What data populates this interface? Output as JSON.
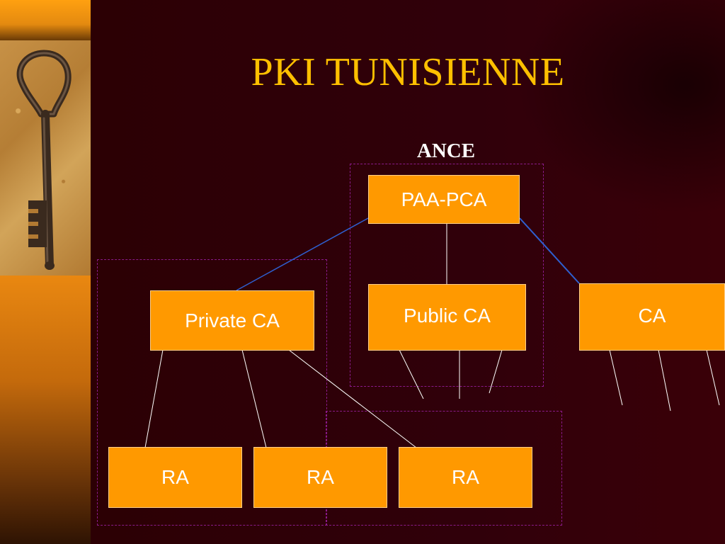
{
  "title": "PKI TUNISIENNE",
  "group_label": "ANCE",
  "nodes": {
    "paa_pca": "PAA-PCA",
    "private_ca": "Private CA",
    "public_ca": "Public CA",
    "ca": "CA",
    "ra": [
      "RA",
      "RA",
      "RA"
    ]
  },
  "colors": {
    "background": "#2e0004",
    "title": "#ffc000",
    "node_fill": "#ff9900",
    "group_border": "#8a1a8a",
    "blue_connector": "#2f5fd0",
    "white_connector": "#ffffff"
  },
  "icons": [
    "antique-key-image"
  ]
}
